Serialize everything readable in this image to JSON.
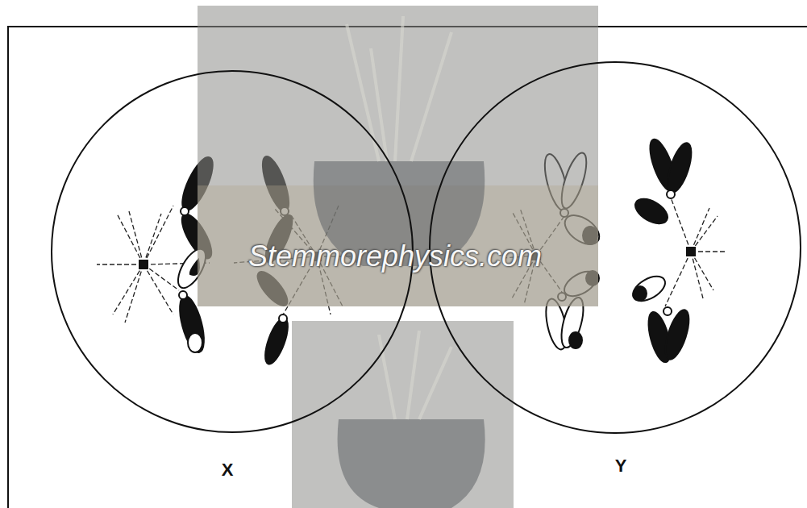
{
  "diagram": {
    "nodes": [
      {
        "text": [
          "X"
        ]
      },
      {
        "text": [
          "Y"
        ]
      }
    ],
    "labels": [
      "Stemmorephysics.com"
    ]
  }
}
